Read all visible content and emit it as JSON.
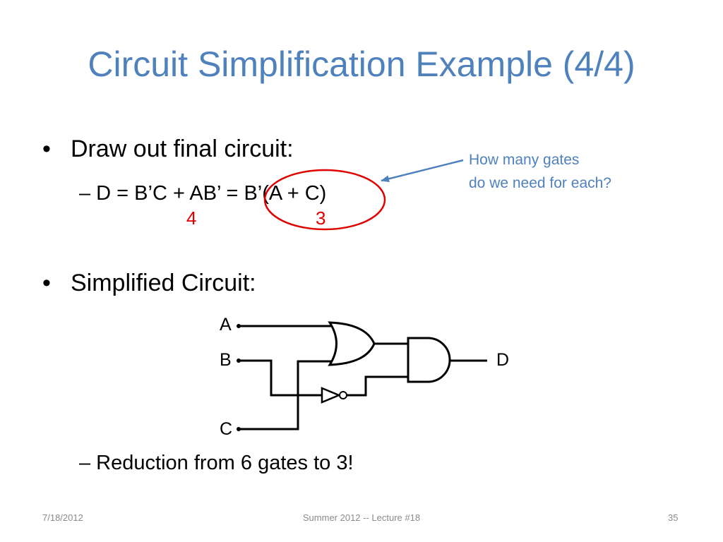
{
  "title": "Circuit Simplification Example (4/4)",
  "bullets": [
    {
      "text": "Draw out final circuit:",
      "sub": "– D = B’C + AB’ = B’(A + C)"
    },
    {
      "text": "Simplified Circuit:",
      "sub": "– Reduction from 6 gates to 3!"
    }
  ],
  "bullet_symbol": "•",
  "gate_counts": {
    "left": "4",
    "right": "3"
  },
  "callout": {
    "line1": "How many gates",
    "line2": "do we need for each?"
  },
  "circuit": {
    "inputs": [
      "A",
      "B",
      "C"
    ],
    "output": "D",
    "gates": [
      "or-gate",
      "and-gate",
      "not-gate"
    ]
  },
  "footer": {
    "date": "7/18/2012",
    "center": "Summer 2012 -- Lecture #18",
    "page": "35"
  },
  "colors": {
    "accent_blue": "#4f81bd",
    "highlight_red": "#e00000"
  }
}
